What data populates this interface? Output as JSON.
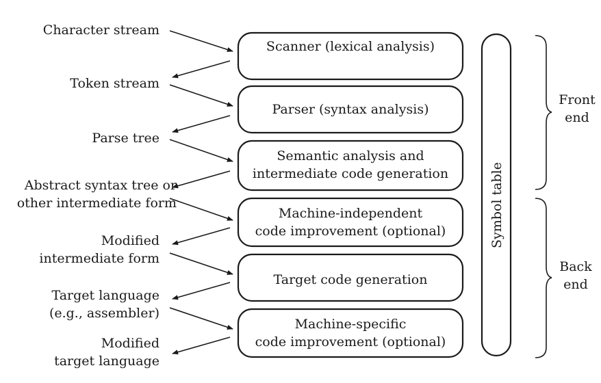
{
  "phases": [
    [
      "Scanner (lexical analysis)"
    ],
    [
      "Parser (syntax analysis)"
    ],
    [
      "Semantic analysis and",
      "intermediate code generation"
    ],
    [
      "Machine-independent",
      "code improvement (optional)"
    ],
    [
      "Target code generation"
    ],
    [
      "Machine-specific",
      "code improvement (optional)"
    ]
  ],
  "streams": [
    [
      "Character stream"
    ],
    [
      "Token stream"
    ],
    [
      "Parse tree"
    ],
    [
      "Abstract syntax tree or",
      "other intermediate form"
    ],
    [
      "Modified",
      "intermediate form"
    ],
    [
      "Target language",
      "(e.g., assembler)"
    ],
    [
      "Modified",
      "target language"
    ]
  ],
  "symbol_table": "Symbol table",
  "groups": {
    "front_end": [
      "Front",
      "end"
    ],
    "back_end": [
      "Back",
      "end"
    ]
  }
}
